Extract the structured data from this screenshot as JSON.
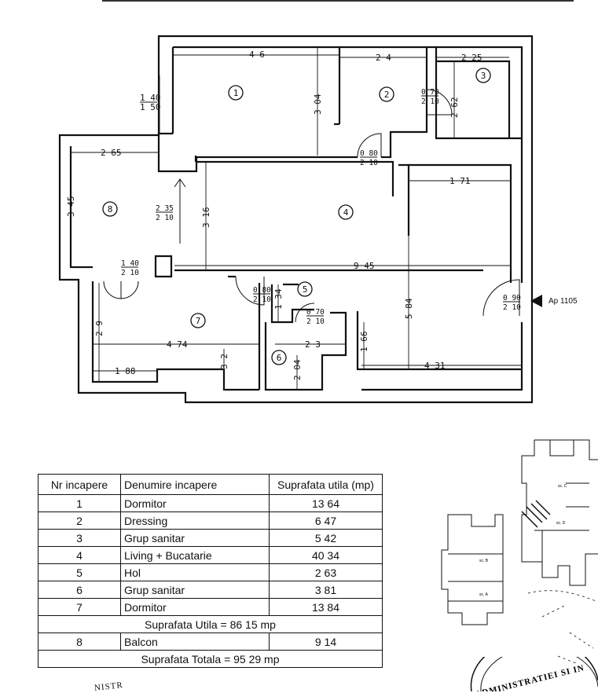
{
  "plan": {
    "apartment_label": "Ap 1105",
    "dimensions": {
      "d_46": "4 6",
      "d_24": "2 4",
      "d_225": "2 25",
      "d_140": "1 40",
      "d_150": "1 50",
      "d_304": "3 04",
      "d_262": "2 62",
      "d_265": "2 65",
      "d_345": "3 45",
      "d_316": "3 16",
      "d_171": "1 71",
      "d_945": "9 45",
      "d_584": "5 84",
      "d_474": "4 74",
      "d_29": "2 9",
      "d_32": "3 2",
      "d_188": "1 88",
      "d_134": "1 34",
      "d_23": "2 3",
      "d_204": "2 04",
      "d_166": "1 66",
      "d_431": "4 31"
    },
    "doors": {
      "door_070_top": "0 70",
      "door_210_a": "2 10",
      "door_080_top": "0 80",
      "door_210_b": "2 10",
      "door_235": "2 35",
      "door_210_c": "2 10",
      "door_140": "1 40",
      "door_210_d": "2 10",
      "door_080_hol": "0 80",
      "door_210_e": "2 10",
      "door_070_wc": "0 70",
      "door_210_f": "2 10",
      "door_090_entry": "0 90",
      "door_210_g": "2 10"
    },
    "rooms": [
      "1",
      "2",
      "3",
      "4",
      "5",
      "6",
      "7",
      "8"
    ]
  },
  "table": {
    "headers": [
      "Nr incapere",
      "Denumire incapere",
      "Suprafata utila (mp)"
    ],
    "rows": [
      {
        "nr": "1",
        "name": "Dormitor",
        "area": "13 64"
      },
      {
        "nr": "2",
        "name": "Dressing",
        "area": "6 47"
      },
      {
        "nr": "3",
        "name": "Grup sanitar",
        "area": "5 42"
      },
      {
        "nr": "4",
        "name": "Living + Bucatarie",
        "area": "40 34"
      },
      {
        "nr": "5",
        "name": "Hol",
        "area": "2 63"
      },
      {
        "nr": "6",
        "name": "Grup sanitar",
        "area": "3 81"
      },
      {
        "nr": "7",
        "name": "Dormitor",
        "area": "13 84"
      }
    ],
    "subtotal": "Suprafata Utila = 86 15 mp",
    "balcony": {
      "nr": "8",
      "name": "Balcon",
      "area": "9 14"
    },
    "total": "Suprafata Totala = 95 29 mp"
  },
  "keyplan": {
    "sections": [
      "sc. C",
      "sc. D",
      "sc. B",
      "sc. A"
    ]
  },
  "stamp": {
    "text": "ADMINISTRATIEI SI IN"
  },
  "fragment": {
    "text": "NISTR"
  }
}
